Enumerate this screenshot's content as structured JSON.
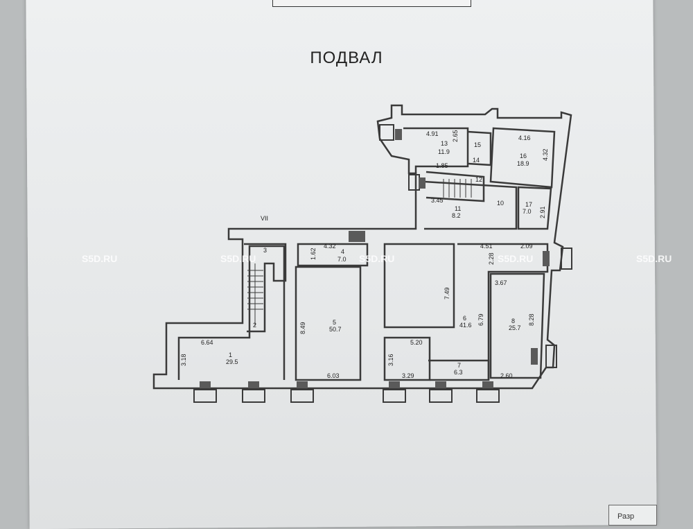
{
  "header": {
    "title": "ПОДВАЛ",
    "corner_stamp": "Разр"
  },
  "watermark": "S5D.RU",
  "section_label": "VII",
  "rooms": [
    {
      "number": "1",
      "area": "29.5"
    },
    {
      "number": "2",
      "area": ""
    },
    {
      "number": "3",
      "area": ""
    },
    {
      "number": "4",
      "area": "7.0"
    },
    {
      "number": "5",
      "area": "50.7"
    },
    {
      "number": "6",
      "area": "41.6"
    },
    {
      "number": "7",
      "area": "6.3"
    },
    {
      "number": "8",
      "area": "25.7"
    },
    {
      "number": "10",
      "area": ""
    },
    {
      "number": "11",
      "area": "8.2"
    },
    {
      "number": "12",
      "area": ""
    },
    {
      "number": "13",
      "area": "11.9"
    },
    {
      "number": "14",
      "area": ""
    },
    {
      "number": "15",
      "area": ""
    },
    {
      "number": "16",
      "area": "18.9"
    },
    {
      "number": "17",
      "area": "7.0"
    }
  ],
  "dimensions": [
    "4.91",
    "2.65",
    "1.85",
    "4.16",
    "4.32",
    "3.45",
    "2.91",
    "4.32",
    "1.62",
    "4.51",
    "2.09",
    "2.28",
    "3.67",
    "7.49",
    "6.79",
    "8.28",
    "8.49",
    "6.64",
    "3.18",
    "6.03",
    "5.20",
    "3.16",
    "3.29",
    "2.60"
  ],
  "colors": {
    "wall": "#3a3a3a",
    "paper": "#e9ebec",
    "vent_fill": "#5a5a5a",
    "background": "#b9bcbd"
  }
}
